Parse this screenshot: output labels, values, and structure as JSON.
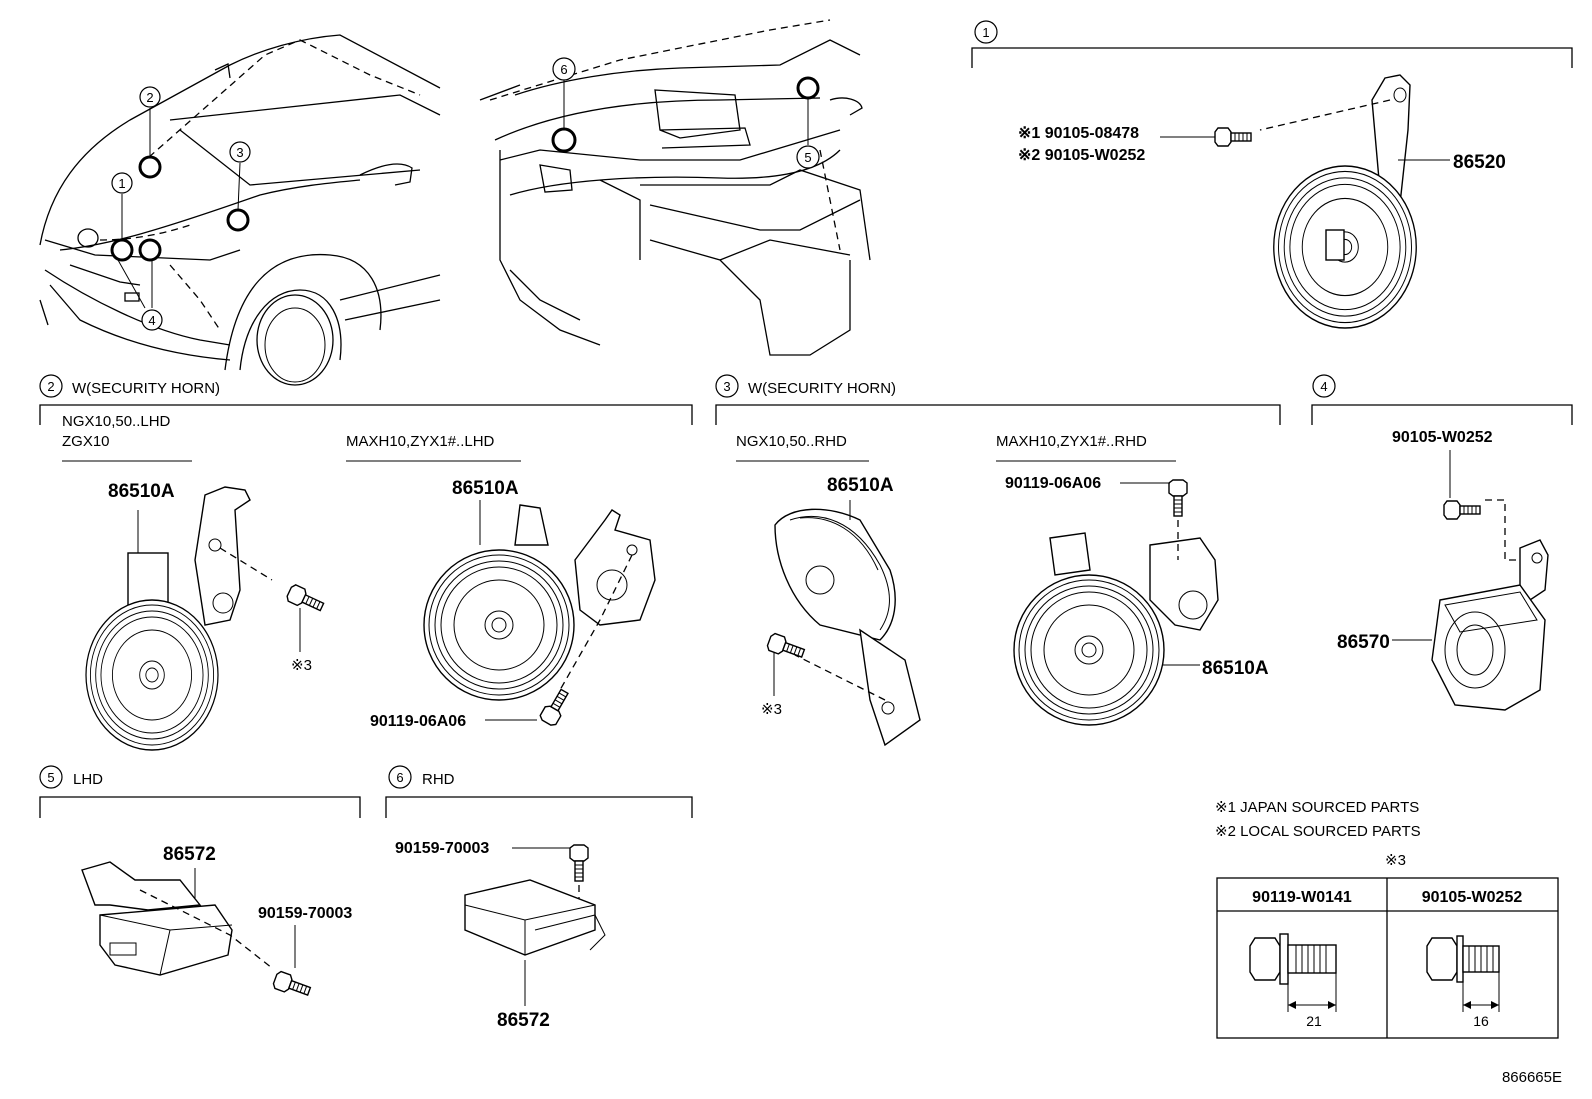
{
  "sections": {
    "s1": {
      "num": "1"
    },
    "s2": {
      "num": "2",
      "title": "W(SECURITY HORN)",
      "variant_a_line1": "NGX10,50..LHD",
      "variant_a_line2": "ZGX10",
      "variant_b": "MAXH10,ZYX1#..LHD"
    },
    "s3": {
      "num": "3",
      "title": "W(SECURITY HORN)",
      "variant_a": "NGX10,50..RHD",
      "variant_b": "MAXH10,ZYX1#..RHD"
    },
    "s4": {
      "num": "4"
    },
    "s5": {
      "num": "5",
      "title": "LHD"
    },
    "s6": {
      "num": "6",
      "title": "RHD"
    }
  },
  "car_view_markers": [
    "1",
    "2",
    "3",
    "4",
    "5",
    "6"
  ],
  "parts": {
    "horn_86520": "86520",
    "bolt_japan": "※1 90105-08478",
    "bolt_local": "※2 90105-W0252",
    "horn_86510a_s2a": "86510A",
    "horn_86510a_s2b": "86510A",
    "bolt_s2b": "90119-06A06",
    "note3_s2a": "※3",
    "horn_86510a_s3a": "86510A",
    "note3_s3a": "※3",
    "bolt_s3b": "90119-06A06",
    "horn_86510a_s3b": "86510A",
    "bolt_s4": "90105-W0252",
    "horn_86570": "86570",
    "ecu_86572_s5": "86572",
    "bolt_s5": "90159-70003",
    "bolt_s6": "90159-70003",
    "ecu_86572_s6": "86572"
  },
  "notes": {
    "note1": "※1 JAPAN SOURCED PARTS",
    "note2": "※2 LOCAL SOURCED PARTS"
  },
  "bolt_table": {
    "marker": "※3",
    "columns": [
      {
        "part": "90119-W0141",
        "length": "21"
      },
      {
        "part": "90105-W0252",
        "length": "16"
      }
    ]
  },
  "diagram_id": "866665E"
}
